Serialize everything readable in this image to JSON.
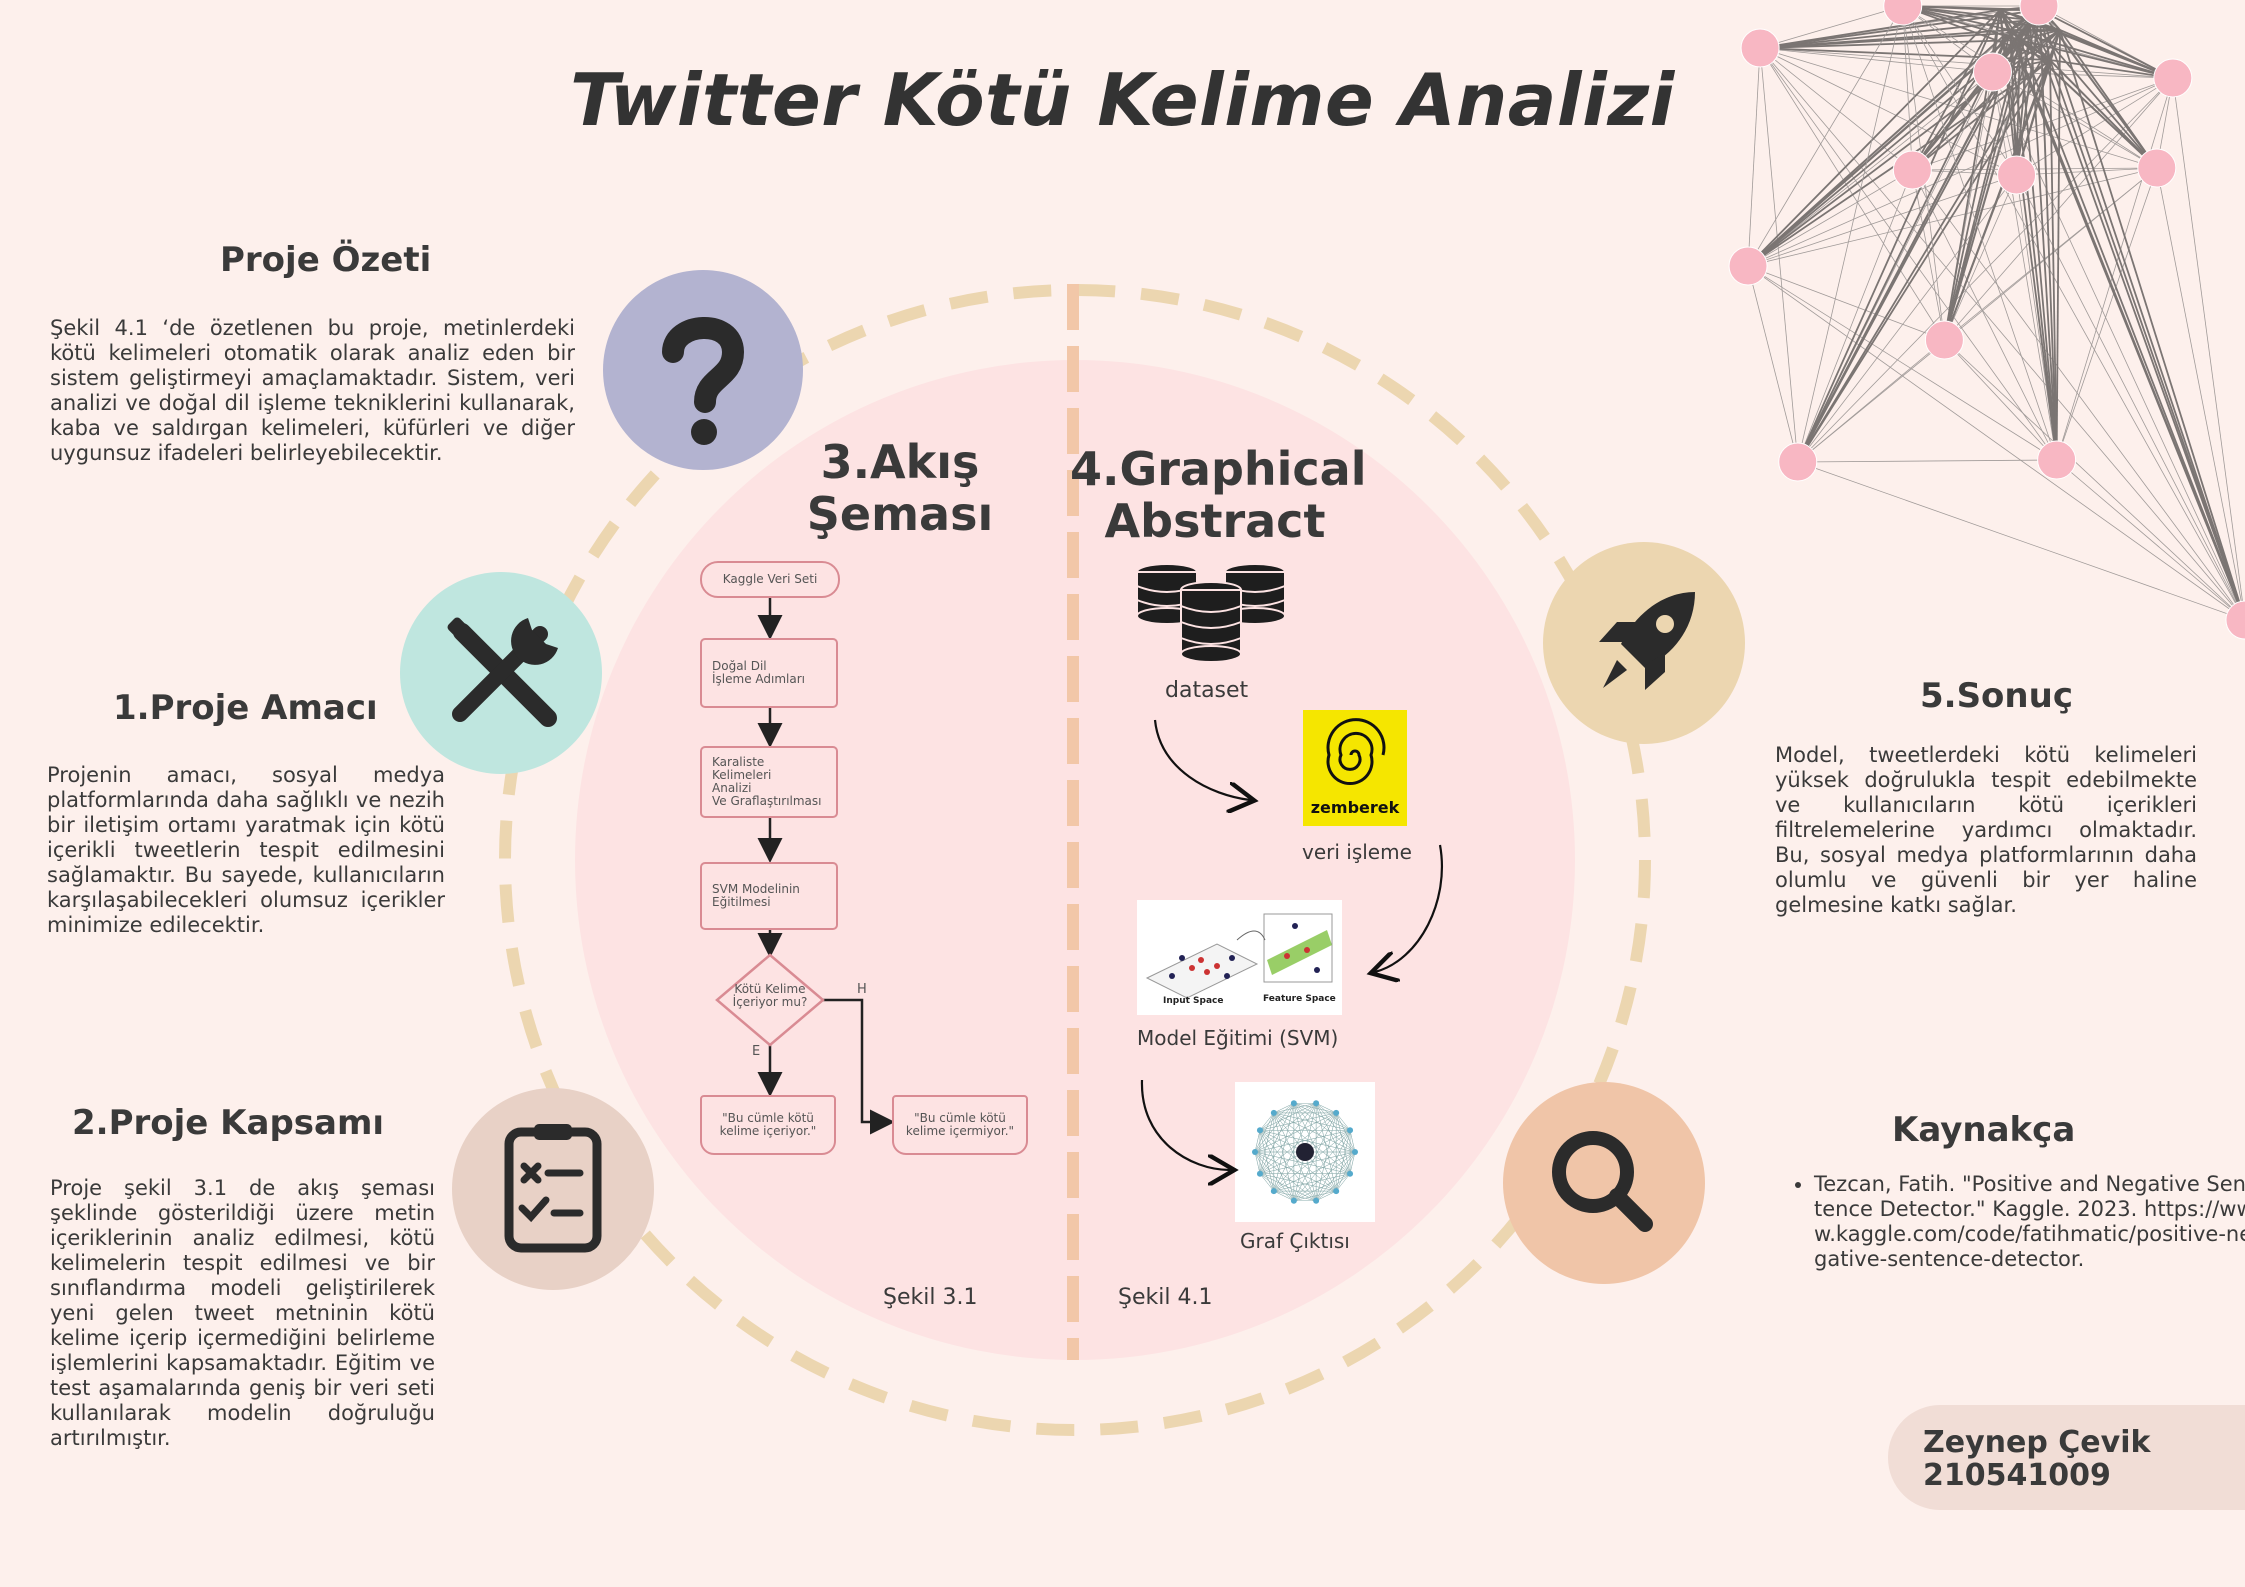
{
  "title": "Twitter Kötü Kelime Analizi",
  "sections": {
    "ozet": {
      "heading": "Proje Özeti",
      "text": "Şekil 4.1 ‘de özetlenen bu proje, metinlerdeki kötü kelimeleri otomatik olarak analiz eden bir sistem geliştirmeyi amaçlamaktadır. Sistem, veri analizi ve doğal dil işleme tekniklerini kullanarak, kaba ve saldırgan kelimeleri, küfürleri ve diğer uygunsuz ifadeleri belirleyebilecektir."
    },
    "amac": {
      "heading": "1.Proje Amacı",
      "text": "Projenin amacı, sosyal medya platformlarında daha sağlıklı ve nezih bir iletişim ortamı yaratmak için kötü içerikli tweetlerin tespit edilmesini sağlamaktır. Bu sayede, kullanıcıların karşılaşabilecekleri olumsuz içerikler minimize edilecektir."
    },
    "kapsam": {
      "heading": "2.Proje Kapsamı",
      "text": "Proje şekil 3.1 de akış şeması şeklinde gösterildiği üzere metin içeriklerinin analiz edilmesi, kötü kelimelerin tespit edilmesi ve bir sınıflandırma modeli geliştirilerek yeni gelen tweet metninin kötü kelime içerip içermediğini belirleme işlemlerini kapsamaktadır. Eğitim ve test aşamalarında geniş bir veri seti kullanılarak modelin doğruluğu artırılmıştır."
    },
    "akis": {
      "heading_line1": "3.Akış",
      "heading_line2": "Şeması",
      "caption": "Şekil 3.1"
    },
    "graphical": {
      "heading_line1": "4.Graphical",
      "heading_line2": "Abstract",
      "caption": "Şekil 4.1"
    },
    "sonuc": {
      "heading": "5.Sonuç",
      "text": "Model, tweetlerdeki kötü kelimeleri yüksek doğrulukla tespit edebilmekte ve kullanıcıların kötü içerikleri filtrelemelerine yardımcı olmaktadır. Bu, sosyal medya platformlarının daha olumlu ve güvenli bir yer haline gelmesine katkı sağlar."
    },
    "kaynakca": {
      "heading": "Kaynakça",
      "item": "Tezcan, Fatih. \"Positive and Negative Sentence Detector.\" Kaggle. 2023. https://www.kaggle.com/code/fatihmatic/positive-negative-sentence-detector."
    }
  },
  "flowchart": {
    "start": "Kaggle Veri Seti",
    "step1": "Doğal Dil\nİşleme Adımları",
    "step2": "Karaliste Kelimeleri\nAnalizi\nVe Graflaştırılması",
    "step3": "SVM Modelinin\nEğitilmesi",
    "decision": "Kötü Kelime\nİçeriyor mu?",
    "yes_label": "E",
    "no_label": "H",
    "out_yes": "\"Bu cümle kötü\nkelime içeriyor.\"",
    "out_no": "\"Bu cümle kötü\nkelime içermiyor.\""
  },
  "abstract": {
    "dataset": "dataset",
    "zemberek_logo": "zemberek",
    "nlp": "veri işleme",
    "svm": "Model Eğitimi (SVM)",
    "svm_input": "Input Space",
    "svm_feature": "Feature Space",
    "graph": "Graf Çıktısı"
  },
  "author": {
    "name": "Zeynep Çevik",
    "id": "210541009"
  },
  "colors": {
    "background": "#fdf0ec",
    "ring": "#ecd6b0",
    "inner_circle": "#fde3e3",
    "question": "#b3b3d0",
    "tools": "#bfe6df",
    "checklist": "#e8d1c6",
    "rocket": "#ecd6b0",
    "search": "#f0c5a8"
  },
  "icons": [
    "question-icon",
    "tools-icon",
    "checklist-icon",
    "rocket-icon",
    "search-icon",
    "database-icon"
  ]
}
